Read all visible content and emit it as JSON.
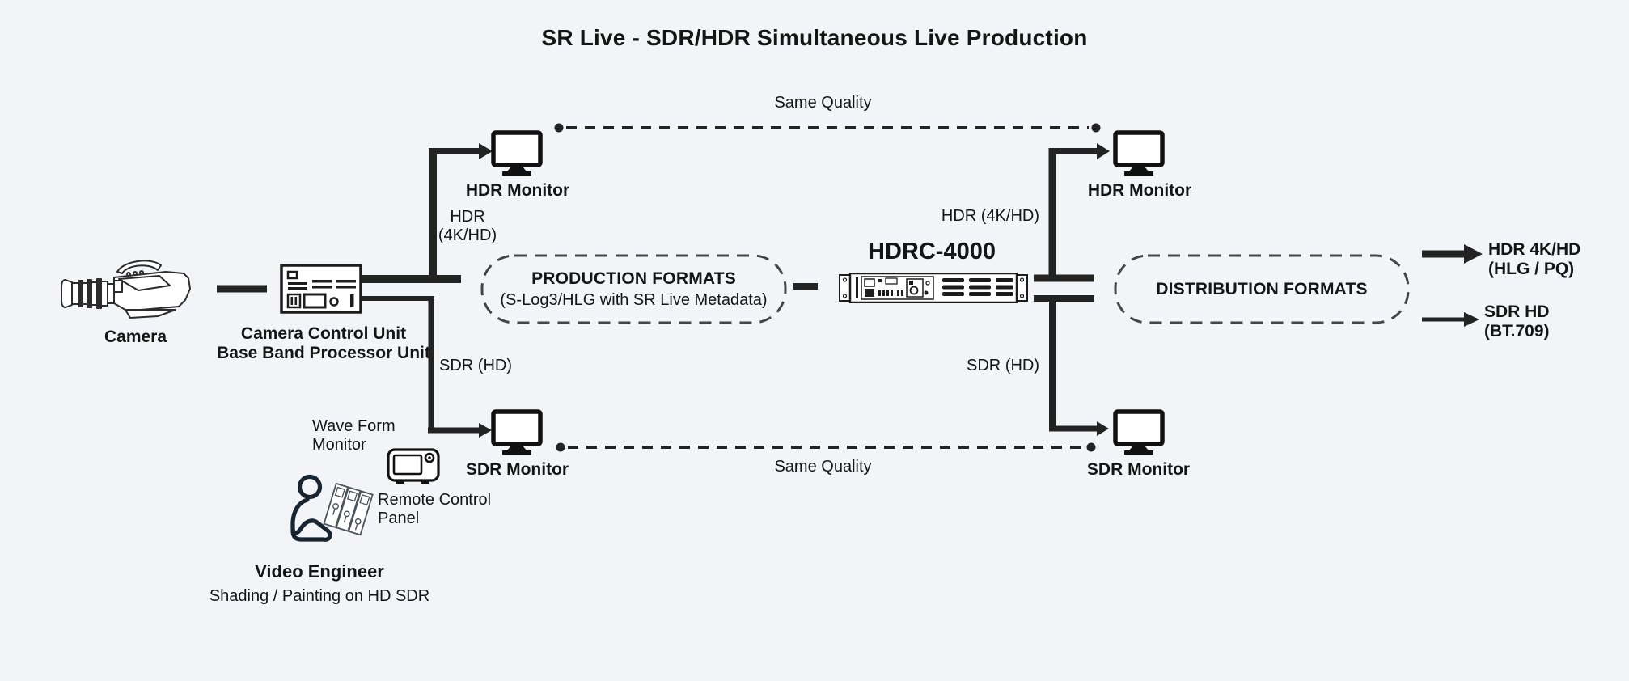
{
  "title": "SR Live - SDR/HDR Simultaneous Live Production",
  "colors": {
    "background": "#f2f4f8",
    "ink": "#1f1f1f"
  },
  "nodes": {
    "camera": {
      "label": "Camera"
    },
    "ccu": {
      "label_line1": "Camera Control Unit",
      "label_line2": "Base Band Processor Unit"
    },
    "hdr_monitor_left": {
      "label": "HDR Monitor"
    },
    "sdr_monitor_left": {
      "label": "SDR Monitor"
    },
    "hdr_monitor_right": {
      "label": "HDR Monitor"
    },
    "sdr_monitor_right": {
      "label": "SDR Monitor"
    },
    "hdrc": {
      "label": "HDRC-4000"
    },
    "waveform_monitor": {
      "label_line1": "Wave Form",
      "label_line2": "Monitor"
    },
    "remote_control_panel": {
      "label_line1": "Remote Control",
      "label_line2": "Panel"
    },
    "video_engineer": {
      "label": "Video Engineer",
      "sublabel": "Shading / Painting on HD SDR"
    }
  },
  "links": {
    "hdr_feed_left_line1": "HDR",
    "hdr_feed_left_line2": "(4K/HD)",
    "sdr_feed_left": "SDR (HD)",
    "hdr_feed_right": "HDR (4K/HD)",
    "sdr_feed_right": "SDR (HD)",
    "same_quality_top": "Same Quality",
    "same_quality_bottom": "Same Quality"
  },
  "groups": {
    "production_formats": {
      "title": "PRODUCTION FORMATS",
      "subtitle": "(S-Log3/HLG  with SR Live Metadata)"
    },
    "distribution_formats": {
      "title": "DISTRIBUTION FORMATS"
    }
  },
  "outputs": {
    "hdr": {
      "line1": "HDR 4K/HD",
      "line2": "(HLG / PQ)"
    },
    "sdr": {
      "line1": "SDR HD",
      "line2": "(BT.709)"
    }
  }
}
